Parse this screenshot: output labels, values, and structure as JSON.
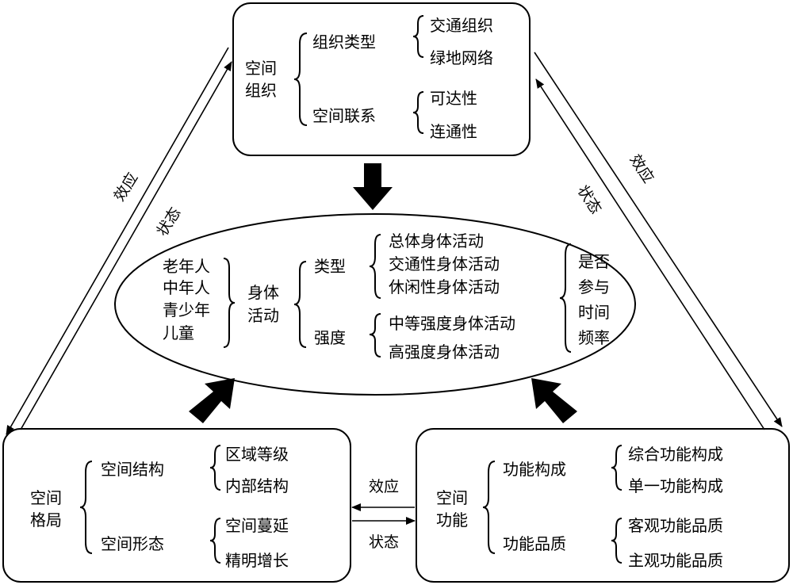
{
  "top": {
    "title": "空间组织",
    "title_lines": [
      "空间",
      "组织"
    ],
    "groups": [
      {
        "label": "组织类型",
        "items": [
          "交通组织",
          "绿地网络"
        ]
      },
      {
        "label": "空间联系",
        "items": [
          "可达性",
          "连通性"
        ]
      }
    ]
  },
  "center": {
    "groups_people": [
      "老年人",
      "中年人",
      "青少年",
      "儿童"
    ],
    "title_lines": [
      "身体",
      "活动"
    ],
    "dimensions": [
      {
        "label": "类型",
        "items": [
          "总体身体活动",
          "交通性身体活动",
          "休闲性身体活动"
        ]
      },
      {
        "label": "强度",
        "items": [
          "中等强度身体活动",
          "高强度身体活动"
        ]
      }
    ],
    "measures": [
      "是否",
      "参与",
      "时间",
      "频率"
    ]
  },
  "left": {
    "title_lines": [
      "空间",
      "格局"
    ],
    "groups": [
      {
        "label": "空间结构",
        "items": [
          "区域等级",
          "内部结构"
        ]
      },
      {
        "label": "空间形态",
        "items": [
          "空间蔓延",
          "精明增长"
        ]
      }
    ]
  },
  "right": {
    "title_lines": [
      "空间",
      "功能"
    ],
    "groups": [
      {
        "label": "功能构成",
        "items": [
          "综合功能构成",
          "单一功能构成"
        ]
      },
      {
        "label": "功能品质",
        "items": [
          "客观功能品质",
          "主观功能品质"
        ]
      }
    ]
  },
  "links": {
    "effect": "效应",
    "state": "状态"
  }
}
